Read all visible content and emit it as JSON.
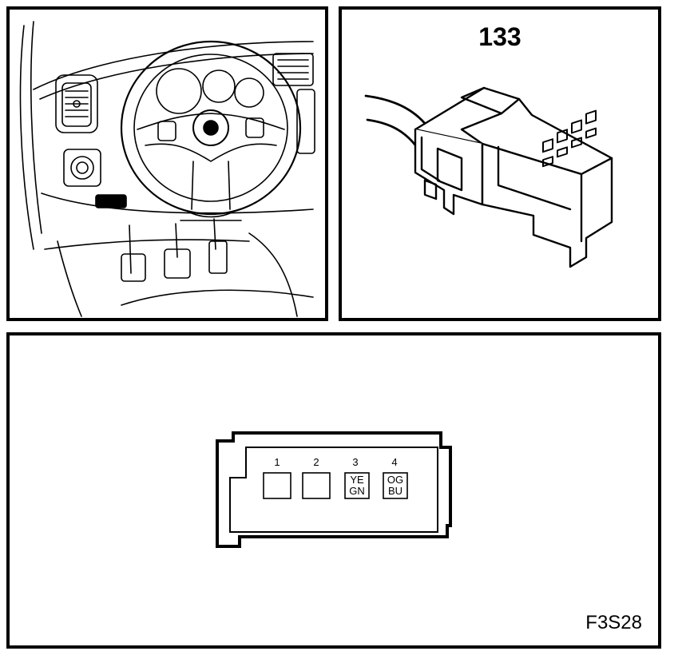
{
  "connector": {
    "reference": "133",
    "pins": [
      {
        "number": "1",
        "color_top": "",
        "color_bottom": ""
      },
      {
        "number": "2",
        "color_top": "",
        "color_bottom": ""
      },
      {
        "number": "3",
        "color_top": "YE",
        "color_bottom": "GN"
      },
      {
        "number": "4",
        "color_top": "OG",
        "color_bottom": "BU"
      }
    ]
  },
  "figure_code": "F3S28"
}
